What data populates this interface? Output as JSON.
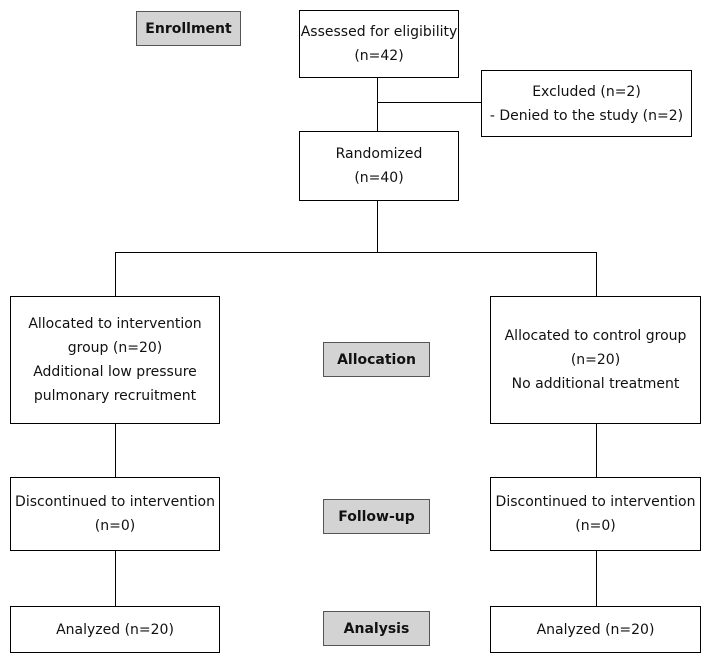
{
  "stages": {
    "enrollment": "Enrollment",
    "allocation": "Allocation",
    "followup": "Follow-up",
    "analysis": "Analysis"
  },
  "boxes": {
    "assessed": [
      "Assessed for eligibility",
      "(n=42)"
    ],
    "excluded": [
      "Excluded (n=2)",
      "- Denied to the study (n=2)"
    ],
    "randomized": [
      "Randomized",
      "(n=40)"
    ],
    "alloc_intervention": [
      "Allocated to intervention",
      "group (n=20)",
      "Additional low pressure",
      "pulmonary recruitment"
    ],
    "alloc_control": [
      "Allocated to control group",
      "(n=20)",
      "No additional treatment"
    ],
    "disc_intervention": [
      "Discontinued to intervention",
      "(n=0)"
    ],
    "disc_control": [
      "Discontinued to intervention",
      "(n=0)"
    ],
    "analyzed_intervention": [
      "Analyzed (n=20)"
    ],
    "analyzed_control": [
      "Analyzed (n=20)"
    ]
  }
}
